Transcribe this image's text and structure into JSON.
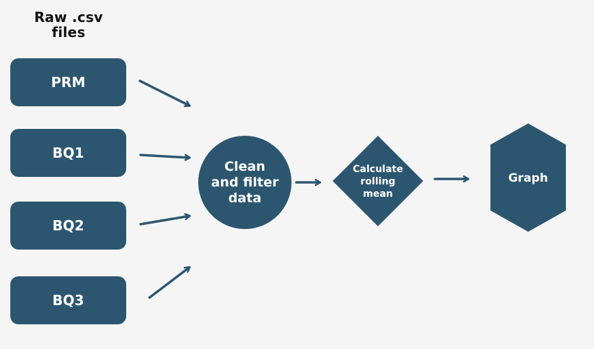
{
  "colors": {
    "background": "#f5f5f5",
    "node_fill": "#2c5670",
    "arrow": "#2c5670",
    "node_text": "#ffffff",
    "heading_text": "#111111"
  },
  "heading": {
    "line1": "Raw .csv",
    "line2": "files"
  },
  "files": [
    {
      "label": "PRM"
    },
    {
      "label": "BQ1"
    },
    {
      "label": "BQ2"
    },
    {
      "label": "BQ3"
    }
  ],
  "clean_node": {
    "shape": "circle",
    "line1": "Clean",
    "line2": "and filter",
    "line3": "data"
  },
  "rolling_node": {
    "shape": "diamond",
    "line1": "Calculate",
    "line2": "rolling",
    "line3": "mean"
  },
  "graph_node": {
    "shape": "hexagon",
    "label": "Graph"
  }
}
